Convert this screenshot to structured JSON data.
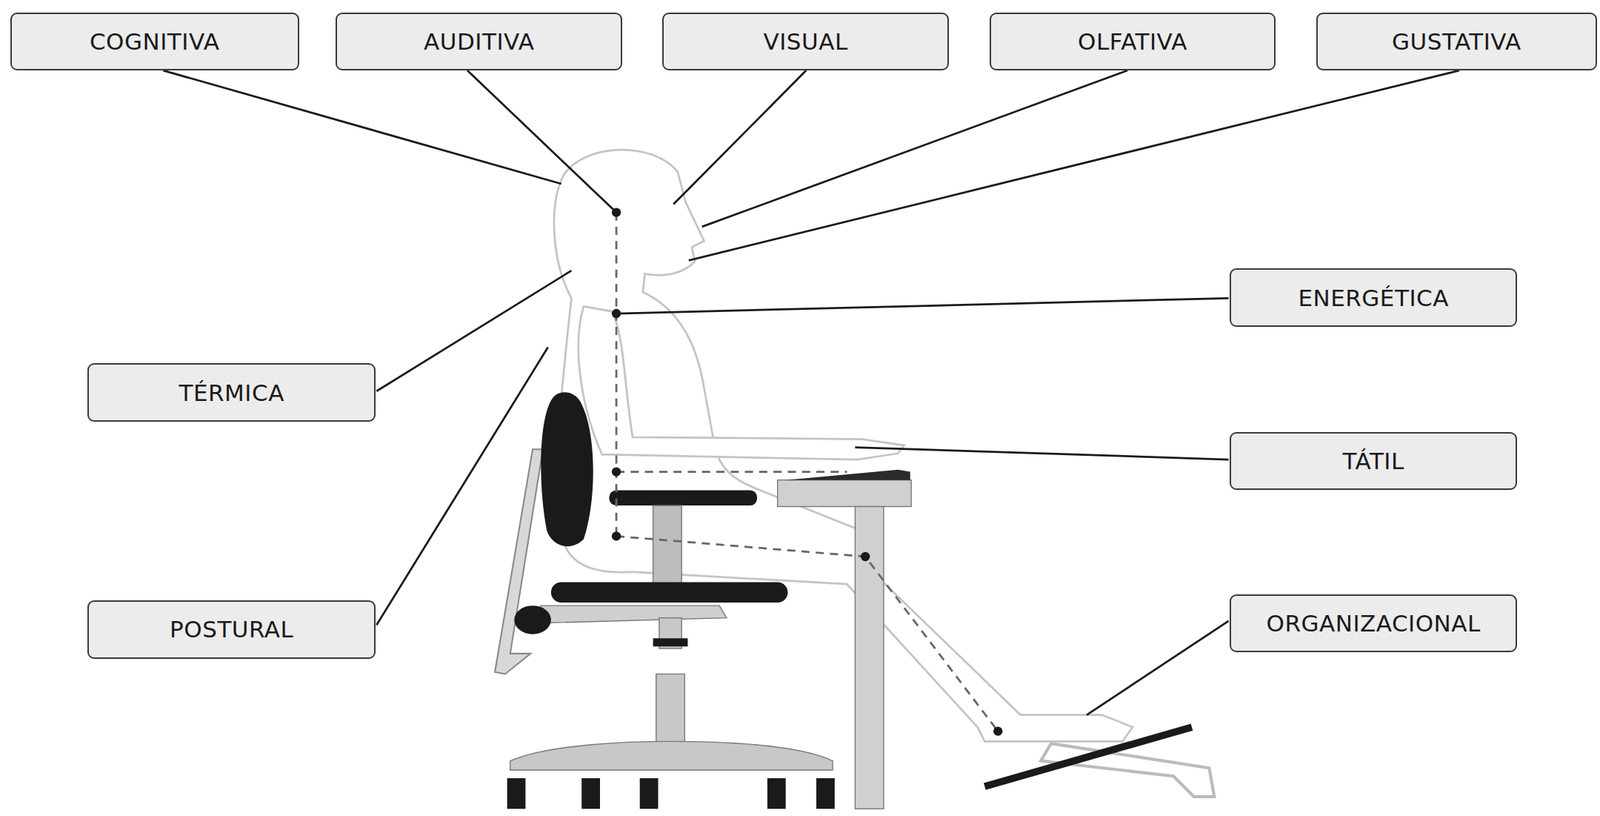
{
  "diagram": {
    "nodes": [
      {
        "text": [
          "COGNITIVA"
        ]
      },
      {
        "text": [
          "AUDITIVA"
        ]
      },
      {
        "text": [
          "VISUAL"
        ]
      },
      {
        "text": [
          "OLFATIVA"
        ]
      },
      {
        "text": [
          "GUSTATIVA"
        ]
      },
      {
        "text": [
          "ENERGÉTICA"
        ]
      },
      {
        "text": [
          "TÉRMICA"
        ]
      },
      {
        "text": [
          "TÁTIL"
        ]
      },
      {
        "text": [
          "POSTURAL"
        ]
      },
      {
        "text": [
          "ORGANIZACIONAL"
        ]
      }
    ]
  }
}
